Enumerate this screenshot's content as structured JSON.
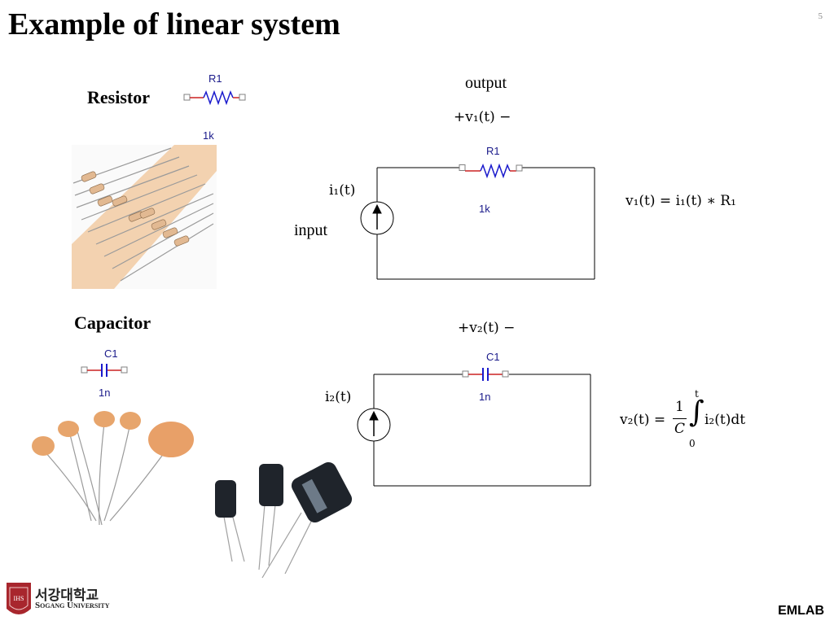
{
  "slide": {
    "title": "Example of linear system",
    "page_number": "5",
    "footer_right": "EMLAB",
    "logo_korean": "서강대학교",
    "logo_english": "Sogang University",
    "logo_seal": "IHS"
  },
  "resistor_section": {
    "label": "Resistor",
    "symbol_name": "R1",
    "symbol_value": "1k",
    "circuit_output_label": "output",
    "circuit_voltage_label": "+v₁(t) −",
    "circuit_component_name": "R1",
    "circuit_component_value": "1k",
    "current_label": "i₁(t)",
    "input_label": "input",
    "equation": "v₁(t) = i₁(t) ∗ R₁"
  },
  "capacitor_section": {
    "label": "Capacitor",
    "symbol_name": "C1",
    "symbol_value": "1n",
    "circuit_voltage_label": "+v₂(t) −",
    "circuit_component_name": "C1",
    "circuit_component_value": "1n",
    "current_label": "i₂(t)",
    "equation_lhs": "v₂(t) =",
    "equation_frac_num": "1",
    "equation_frac_den": "C",
    "equation_upper_limit": "t",
    "equation_lower_limit": "0",
    "equation_integrand": "i₂(t)dt"
  },
  "colors": {
    "wire": "#000000",
    "component": "#1a1acc",
    "lead": "#cc2222",
    "terminal": "#808080",
    "photo_strip": "#f3d2b0"
  }
}
